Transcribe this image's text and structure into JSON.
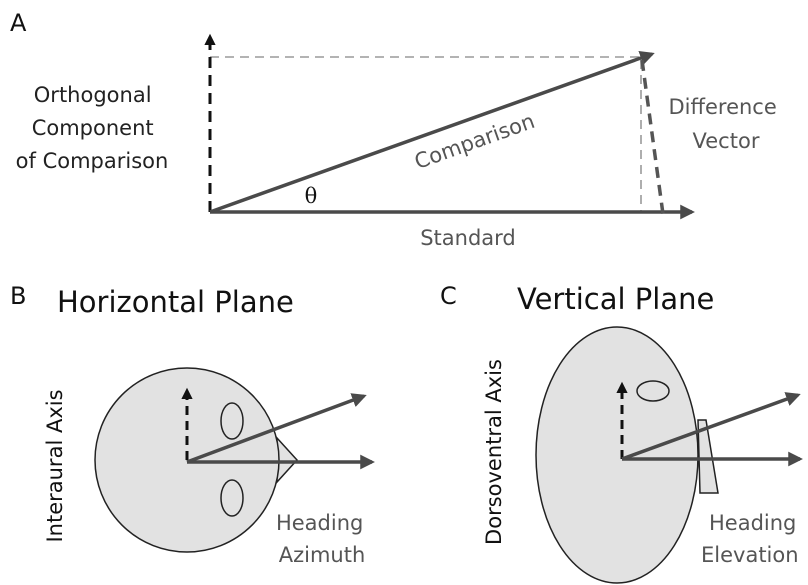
{
  "panels": {
    "a": {
      "letter": "A",
      "orthogonal_label": [
        "Orthogonal",
        "Component",
        "of Comparison"
      ],
      "comparison_label": "Comparison",
      "difference_label": [
        "Difference",
        "Vector"
      ],
      "theta": "θ",
      "standard_label": "Standard"
    },
    "b": {
      "letter": "B",
      "title": "Horizontal Plane",
      "axis_label": "Interaural Axis",
      "heading_label": [
        "Heading",
        "Azimuth"
      ]
    },
    "c": {
      "letter": "C",
      "title": "Vertical Plane",
      "axis_label": "Dorsoventral Axis",
      "heading_label": [
        "Heading",
        "Elevation"
      ]
    }
  },
  "colors": {
    "arrow": "#4a4a4a",
    "dashed_guide": "#9a9a9a",
    "head_fill": "#e2e2e2",
    "outline": "#222222",
    "grey_text": "#555555"
  }
}
